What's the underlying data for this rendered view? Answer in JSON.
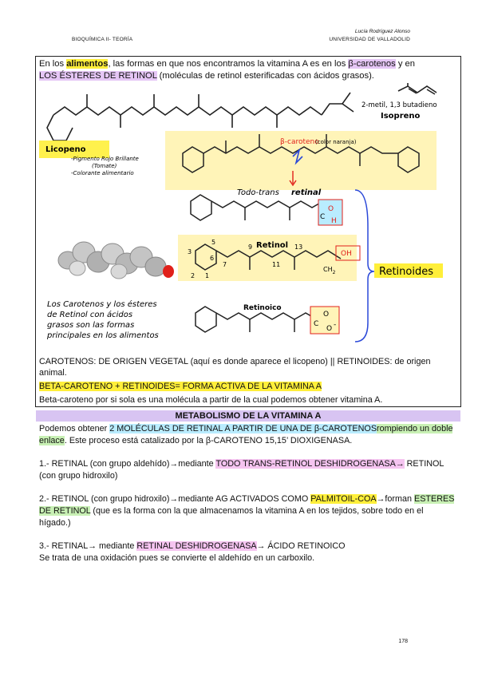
{
  "header": {
    "left": "BIOQUÍMICA II- TEORÍA",
    "author": "Lucía Rodríguez Alonso",
    "right": "UNIVERSIDAD DE VALLADOLID"
  },
  "intro": {
    "t1": "En los ",
    "alimentos": "alimentos",
    "t2": ", las formas en que nos encontramos la vitamina A es en los ",
    "bcar": "β-carotenos",
    "t3": " y en",
    "esteres": "LOS ÉSTERES DE RETINOL",
    "t4": " (moléculas de retinol esterificadas con ácidos grasos)."
  },
  "figure": {
    "isopreno_name": "2-metil, 1,3 butadieno",
    "isopreno": "Isopreno",
    "licopeno": "Licopeno",
    "lic_1": "-Pigmento Rojo Brillante",
    "lic_2": "(Tomate)",
    "lic_3": "-Colorante alimentario",
    "bcaroteno": "β-caroteno",
    "color": "(color naranja)",
    "todo_trans": "Todo-trans ",
    "retinal": "retinal",
    "retinol": "Retinol",
    "retinoico": "Retinoico",
    "retinoides": "Retinoides",
    "carotenos_1": "Los Carotenos y los ésteres",
    "carotenos_2": "de Retinol con ácidos",
    "carotenos_3": "grasos son las formas",
    "carotenos_4": "principales en los alimentos",
    "oh": "OH",
    "ch2": "CH",
    "sub2": "2",
    "num_3": "3",
    "num_5": "5",
    "num_6": "6",
    "num_1": "1",
    "num_7": "7",
    "num_9": "9",
    "num_11": "11",
    "num_13": "13",
    "num_2_ring": "2",
    "o1": "O",
    "h1": "H",
    "c1": "C",
    "o2": "O",
    "o3": "O",
    "c2": "C",
    "minus": "-"
  },
  "notes": {
    "p1": "CAROTENOS: DE ORIGEN VEGETAL (aquí es donde aparece el licopeno) || RETINOIDES: de origen animal.",
    "p2": "BETA-CAROTENO + RETINOIDES= FORMA ACTIVA DE LA VITAMINA A",
    "p3": "Beta-caroteno por si sola es una molécula a partir de la cual podemos obtener vitamina A."
  },
  "metabolismo": {
    "title": "METABOLISMO DE LA VITAMINA A",
    "i1": "Podemos obtener ",
    "i2": "2 MOLÉCULAS DE RETINAL A PARTIR DE UNA DE β-CAROTENOS",
    "i3": "rompiendo un doble enlace",
    "i4": ". Este proceso está catalizado por la β-CAROTENO 15,15’ DIOXIGENASA.",
    "s1a": "1.- RETINAL (con grupo aldehído)→mediante ",
    "s1b": "TODO TRANS-RETINOL DESHIDROGENASA→",
    "s1c": " RETINOL (con grupo hidroxilo)",
    "s2a": "2.- RETINOL (con grupo hidroxilo)→mediante AG ACTIVADOS COMO ",
    "s2b": "PALMITOIL-COA",
    "s2c": "→forman ",
    "s2d": "ESTERES DE RETINOL",
    "s2e": " (que es la forma con la que almacenamos la vitamina A en los tejidos, sobre todo en el hígado.)",
    "s3a": "3.- RETINAL→ mediante ",
    "s3b": "RETINAL DESHIDROGENASA",
    "s3c": "→ ÁCIDO RETINOICO",
    "s3d": "Se trata de una oxidación pues se convierte el aldehído en un carboxilo."
  },
  "page_number": "178",
  "colors": {
    "yellow": "#ffef3a",
    "purple": "#d8c4f2",
    "green": "#c8f0b4",
    "red_ink": "#e0201a",
    "figure_bg": "#fff4b8"
  }
}
